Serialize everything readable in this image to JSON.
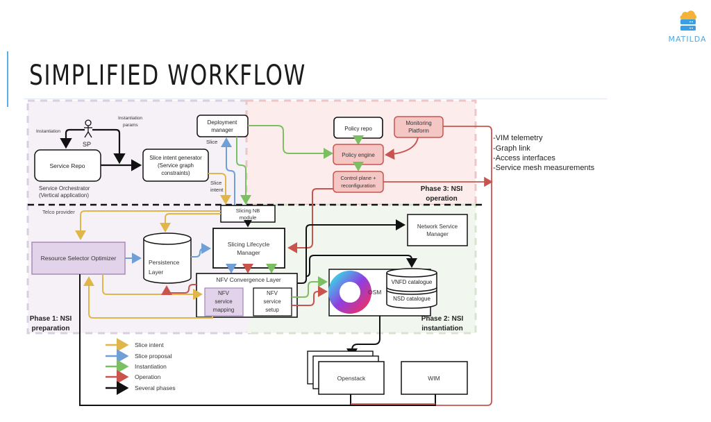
{
  "slide": {
    "title": "SIMPLIFIED WORKFLOW",
    "logo": {
      "icon": "cloud-server-icon",
      "label": "MATILDA",
      "color": "#4aa9e8"
    }
  },
  "colors": {
    "slice_intent": "#e0b64a",
    "slice_proposal": "#6f9fd6",
    "instantiation": "#7cbf62",
    "operation": "#c9544e",
    "several_phases": "#111111",
    "phase1_bg": "#f3eef5",
    "phase2_bg": "#eef4ec",
    "phase3_bg": "#fbe9e9",
    "purple_box": "#e3d3ea",
    "red_box": "#f4c6c4"
  },
  "phases": {
    "phase1": "Phase 1: NSI preparation",
    "phase1_line1": "Phase 1: NSI",
    "phase1_line2": "preparation",
    "phase2_line1": "Phase 2: NSI",
    "phase2_line2": "instantiation",
    "phase3_line1": "Phase 3: NSI",
    "phase3_line2": "operation"
  },
  "actors": {
    "sp": "SP",
    "instantiation": "Instantiation",
    "instantiation_params_1": "Instantiation",
    "instantiation_params_2": "params",
    "service_orchestrator_1": "Service Orchestrator",
    "service_orchestrator_2": "(Vertical application)",
    "telco_provider": "Telco provider"
  },
  "nodes": {
    "service_repo": "Service Repo",
    "slice_intent_gen_1": "Slice intent generator",
    "slice_intent_gen_2": "(Service graph",
    "slice_intent_gen_3": "constraints)",
    "deployment_manager_1": "Deployment",
    "deployment_manager_2": "manager",
    "policy_repo": "Policy repo",
    "monitoring_1": "Monitoring",
    "monitoring_2": "Platform",
    "policy_engine": "Policy engine",
    "control_plane_1": "Control plane +",
    "control_plane_2": "reconfiguration",
    "slicing_nb_1": "Slicing NB",
    "slicing_nb_2": "module",
    "resource_selector": "Resource Selector Optimizer",
    "persistence_1": "Persistence",
    "persistence_2": "Layer",
    "slicing_lcm_1": "Slicing Lifecycle",
    "slicing_lcm_2": "Manager",
    "nfv_conv": "NFV Convergence Layer",
    "nfv_mapping_1": "NFV",
    "nfv_mapping_2": "service",
    "nfv_mapping_3": "mapping",
    "nfv_setup_1": "NFV",
    "nfv_setup_2": "service",
    "nfv_setup_3": "setup",
    "nsm_1": "Network Service",
    "nsm_2": "Manager",
    "osm": "OSM",
    "vnfd": "VNFD catalogue",
    "nsd": "NSD catalogue",
    "openstack": "Openstack",
    "wim": "WIM"
  },
  "edge_labels": {
    "slice": "Slice",
    "slice_intent_1": "Slice",
    "slice_intent_2": "intent"
  },
  "telemetry_list": [
    "-VIM telemetry",
    "-Graph link",
    "-Access interfaces",
    "-Service mesh measurements"
  ],
  "legend": [
    {
      "label": "Slice intent",
      "color": "#e0b64a"
    },
    {
      "label": "Slice proposal",
      "color": "#6f9fd6"
    },
    {
      "label": "Instantiation",
      "color": "#7cbf62"
    },
    {
      "label": "Operation",
      "color": "#c9544e"
    },
    {
      "label": "Several phases",
      "color": "#111111"
    }
  ]
}
